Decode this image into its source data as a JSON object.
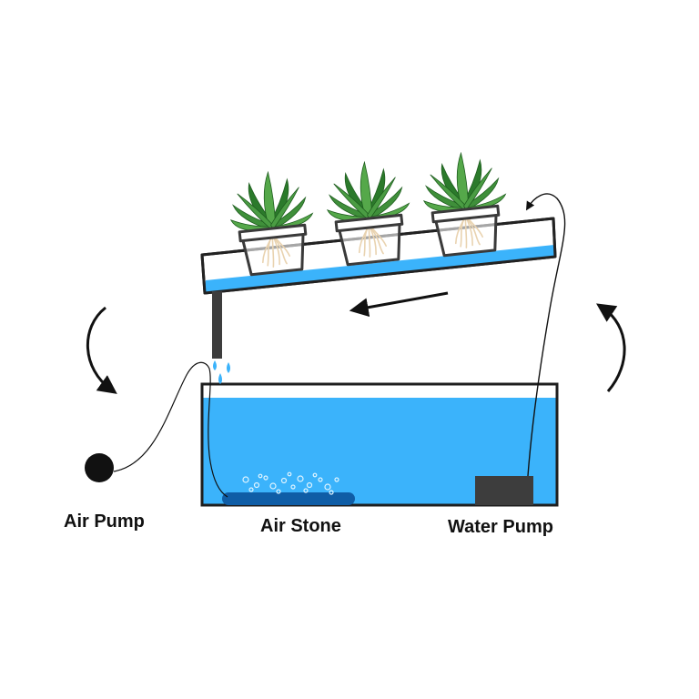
{
  "labels": {
    "air_pump": "Air Pump",
    "air_stone": "Air Stone",
    "water_pump": "Water Pump"
  },
  "colors": {
    "water": "#3bb3fb",
    "outline": "#222222",
    "pump": "#3d3d3d",
    "air_stone": "#0f5da6",
    "bubble": "#dff4ff",
    "leaf_dark": "#2b7a2b",
    "leaf_light": "#55a84a",
    "root": "#c9913b",
    "pot": "#ffffff"
  },
  "icons": {
    "plant": "aloe-plant-icon",
    "flow_arrow": "curved-arrow-icon"
  }
}
